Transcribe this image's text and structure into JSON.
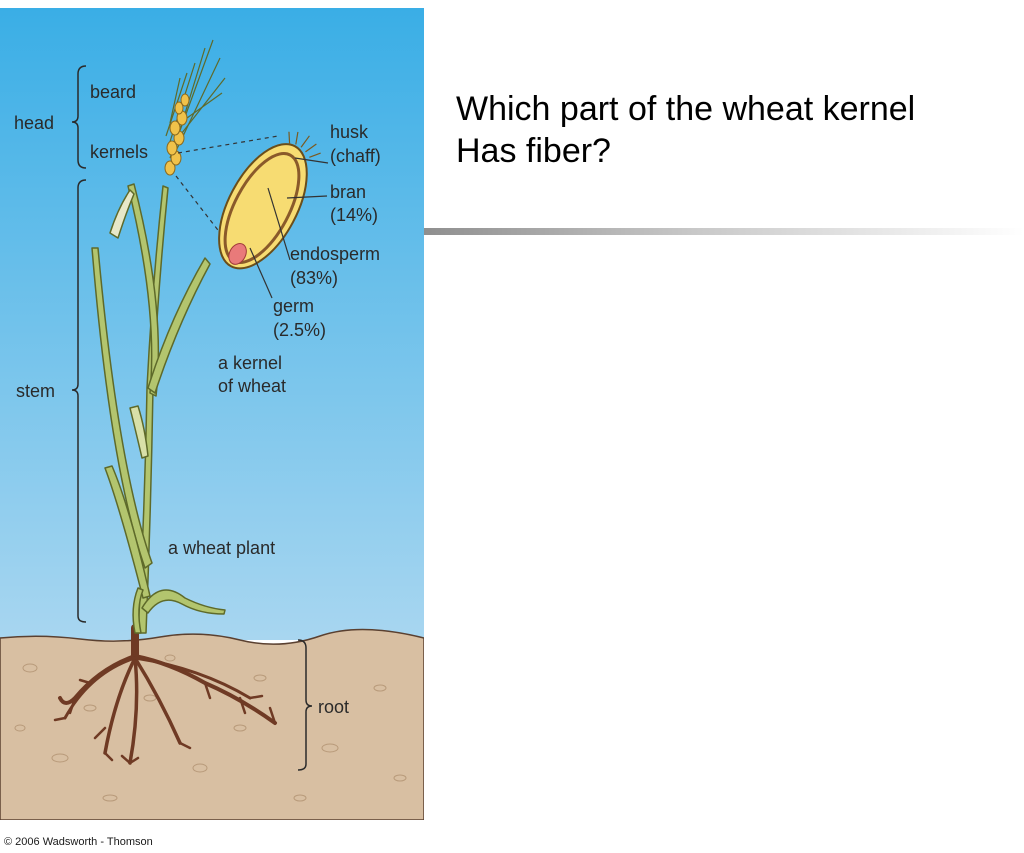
{
  "slide": {
    "title_line1": "Which part of the wheat kernel",
    "title_line2": "Has fiber?"
  },
  "figure": {
    "labels": {
      "head": "head",
      "beard": "beard",
      "kernels": "kernels",
      "stem": "stem",
      "root": "root",
      "husk": "husk",
      "chaff": "(chaff)",
      "bran": "bran",
      "bran_pct": "(14%)",
      "endosperm": "endosperm",
      "endosperm_pct": "(83%)",
      "germ": "germ",
      "germ_pct": "(2.5%)",
      "kernel_line1": "a kernel",
      "kernel_line2": "of wheat",
      "plant": "a wheat plant"
    },
    "copyright": "© 2006 Wadsworth - Thomson",
    "colors": {
      "sky_top": "#3aaee6",
      "sky_bottom": "#a8d6f0",
      "soil": "#d8bfa2",
      "stem": "#b3c56e",
      "kernel_fill": "#f7dc72",
      "germ": "#e97a7a",
      "root": "#6f3a24"
    }
  }
}
